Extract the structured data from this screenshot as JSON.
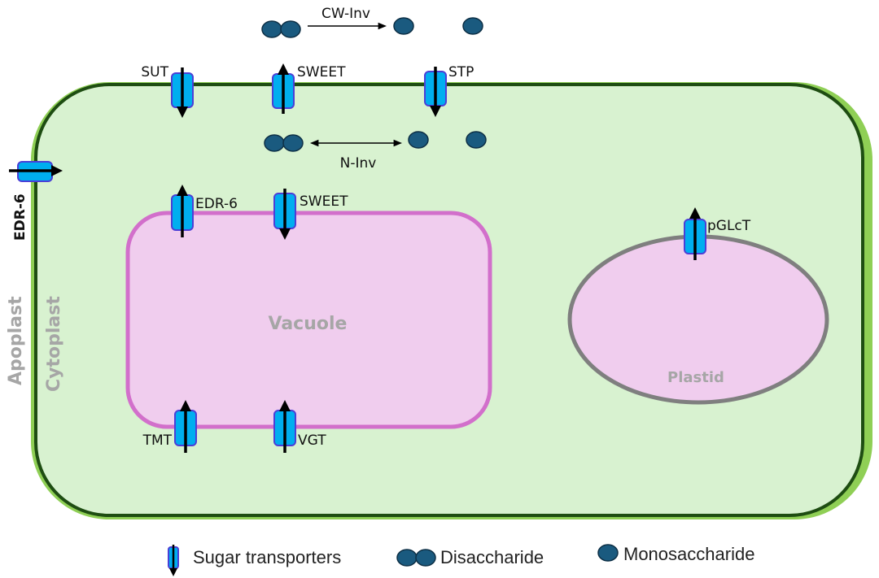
{
  "colors": {
    "cell_wall_outer": "#8fcf55",
    "cell_membrane": "#1e4d12",
    "cytoplasm_fill": "#d8f2d0",
    "vacuole_fill": "#f0cdee",
    "vacuole_border": "#d26fcb",
    "plastid_fill": "#f0cdee",
    "plastid_border": "#7f7f7f",
    "transporter_fill": "#00aeef",
    "transporter_border": "#4b3fd6",
    "sugar_fill": "#1a5a7f",
    "sugar_border": "#0d2f45",
    "region_label": "#a6a6a6"
  },
  "regions": {
    "apoplast": "Apoplast",
    "cytoplast": "Cytoplast",
    "vacuole": "Vacuole",
    "plastid": "Plastid"
  },
  "enzymes": {
    "cw_inv": "CW-Inv",
    "n_inv": "N-Inv"
  },
  "transporters": {
    "plasma_membrane": [
      {
        "label": "SUT",
        "direction": "in"
      },
      {
        "label": "SWEET",
        "direction": "out"
      },
      {
        "label": "STP",
        "direction": "in"
      },
      {
        "label": "EDR-6",
        "direction": "out"
      }
    ],
    "tonoplast": [
      {
        "label": "EDR-6",
        "direction": "out"
      },
      {
        "label": "SWEET",
        "direction": "in"
      },
      {
        "label": "TMT",
        "direction": "in"
      },
      {
        "label": "VGT",
        "direction": "in"
      }
    ],
    "plastid_envelope": [
      {
        "label": "pGLcT",
        "direction": "out"
      }
    ]
  },
  "legend": {
    "transporter": "Sugar transporters",
    "disaccharide": "Disaccharide",
    "monosaccharide": "Monosaccharide"
  }
}
